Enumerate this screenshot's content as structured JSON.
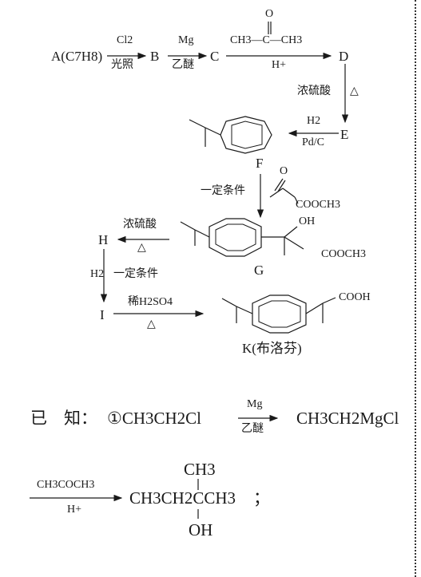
{
  "scheme": {
    "A": "A(C7H8)",
    "B": "B",
    "C": "C",
    "D": "D",
    "E": "E",
    "F": "F",
    "G": "G",
    "H": "H",
    "I": "I",
    "K": "K(布洛芬)",
    "step_AB_above": "Cl2",
    "step_AB_below": "光照",
    "step_BC_above": "Mg",
    "step_BC_below": "乙醚",
    "step_CD_reagent": "CH3—C—CH3",
    "step_CD_carbonyl_O": "O",
    "step_CD_below": "H+",
    "step_DE_reagent": "浓硫酸",
    "step_DE_condition": "△",
    "step_EF_above": "H2",
    "step_EF_below": "Pd/C",
    "step_FG_condition": "一定条件",
    "reagent_FG_O": "O",
    "reagent_FG_ester": "COOCH3",
    "G_OH": "OH",
    "G_ester": "COOCH3",
    "step_GH_above": "浓硫酸",
    "step_GH_below": "△",
    "step_HI_reagent": "H2",
    "step_HI_condition": "一定条件",
    "step_IK_above": "稀H2SO4",
    "step_IK_below": "△",
    "K_acid": "COOH"
  },
  "known": {
    "prefix": "已　知：",
    "item1_reactant": "①CH3CH2Cl",
    "item1_above": "Mg",
    "item1_below": "乙醚",
    "item1_product": "CH3CH2MgCl",
    "item2_above": "CH3COCH3",
    "item2_below": "H+",
    "item2_product": "CH3CH2CCH3",
    "item2_top_group": "CH3",
    "item2_bottom_group": "OH",
    "item2_end": "；"
  }
}
